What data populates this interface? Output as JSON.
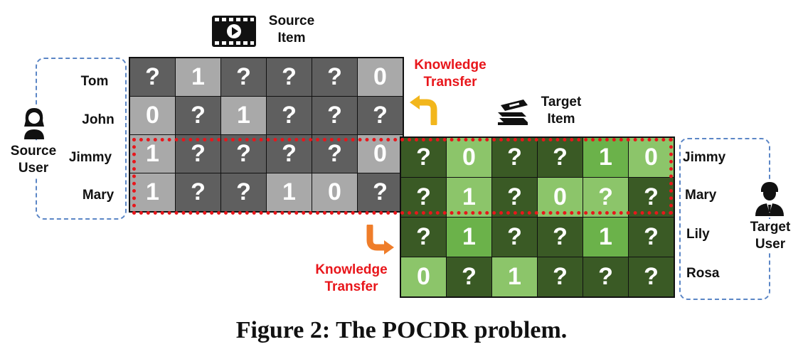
{
  "labels": {
    "source_item": [
      "Source",
      "Item"
    ],
    "target_item": [
      "Target",
      "Item"
    ],
    "source_user": [
      "Source",
      "User"
    ],
    "target_user": [
      "Target",
      "User"
    ],
    "knowledge_transfer_top": [
      "Knowledge",
      "Transfer"
    ],
    "knowledge_transfer_bottom": [
      "Knowledge",
      "Transfer"
    ]
  },
  "source_users": [
    "Tom",
    "John",
    "Jimmy",
    "Mary"
  ],
  "target_users": [
    "Jimmy",
    "Mary",
    "Lily",
    "Rosa"
  ],
  "source_matrix": [
    [
      "?",
      "1",
      "?",
      "?",
      "?",
      "0"
    ],
    [
      "0",
      "?",
      "1",
      "?",
      "?",
      "?"
    ],
    [
      "1",
      "?",
      "?",
      "?",
      "?",
      "0"
    ],
    [
      "1",
      "?",
      "?",
      "1",
      "0",
      "?"
    ]
  ],
  "target_matrix": [
    [
      "?",
      "0",
      "?",
      "?",
      "1",
      "0"
    ],
    [
      "?",
      "1",
      "?",
      "0",
      "?",
      "?"
    ],
    [
      "?",
      "1",
      "?",
      "?",
      "1",
      "?"
    ],
    [
      "0",
      "?",
      "1",
      "?",
      "?",
      "?"
    ]
  ],
  "colors": {
    "source_unknown": "#5f5f5f",
    "source_known": "#a9a9a9",
    "target_unknown": "#3a5a25",
    "target_light": "#8cc56a",
    "target_mid": "#6bb24a",
    "overlap_red": "#e8161b",
    "arrow_yellow": "#f2b61c",
    "arrow_orange": "#ef7d2a",
    "user_box": "#5b86c6"
  },
  "icons": [
    "video-icon",
    "books-icon",
    "female-user-icon",
    "male-user-icon",
    "curved-arrow-icon"
  ],
  "caption": "Figure 2: The POCDR problem."
}
